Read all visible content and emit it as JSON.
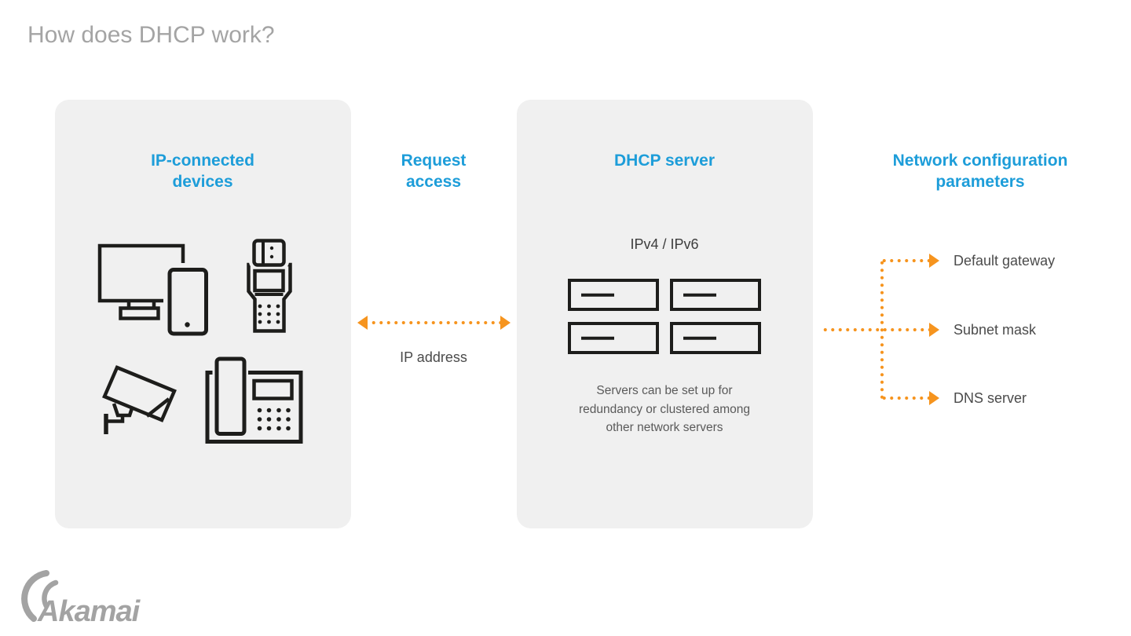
{
  "title": "How does DHCP work?",
  "panels": {
    "devices": {
      "heading": "IP-connected devices"
    },
    "dhcp": {
      "heading": "DHCP server",
      "protocols": "IPv4 / IPv6",
      "caption": "Servers can be set up for redundancy or clustered among other network servers"
    }
  },
  "flow": {
    "heading": "Request access",
    "arrow_label": "IP address"
  },
  "network_params": {
    "heading": "Network configuration parameters",
    "items": [
      {
        "label": "Default gateway"
      },
      {
        "label": "Subnet mask"
      },
      {
        "label": "DNS server"
      }
    ]
  },
  "brand": {
    "logo_text": "Akamai"
  },
  "icons": {
    "device_icons": [
      "monitor-and-smartphone-icon",
      "payment-terminal-icon",
      "security-camera-icon",
      "desk-phone-icon"
    ],
    "server_icons": "server-unit-icon",
    "arrow_icons": [
      "double-dotted-arrow-icon",
      "branch-dotted-arrow-icon"
    ]
  },
  "colors": {
    "accent_blue": "#1d9dd9",
    "accent_orange": "#f6941e",
    "panel_bg": "#f0f0f0",
    "title_gray": "#a4a4a4",
    "text_gray": "#4b4b4b",
    "caption_gray": "#5a5a5a",
    "icon_stroke": "#1d1d1b"
  }
}
